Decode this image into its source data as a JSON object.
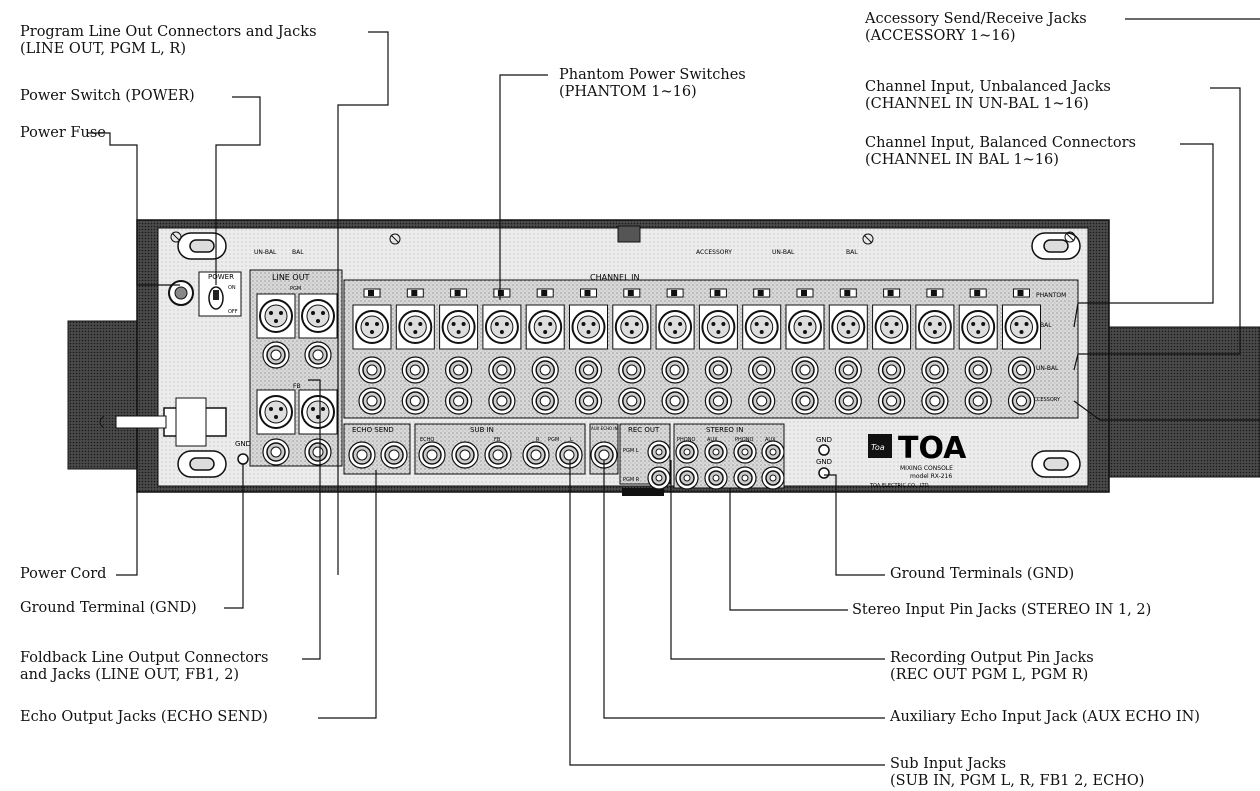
{
  "callouts": {
    "line_out_pgm": {
      "l1": "Program Line Out Connectors and Jacks",
      "l2": "(LINE OUT, PGM L, R)"
    },
    "power_switch": {
      "l1": "Power Switch (POWER)"
    },
    "power_fuse": {
      "l1": "Power Fuse"
    },
    "phantom": {
      "l1": "Phantom Power Switches",
      "l2": "(PHANTOM 1~16)"
    },
    "accessory": {
      "l1": "Accessory Send/Receive Jacks",
      "l2": "(ACCESSORY 1~16)"
    },
    "ch_unbal": {
      "l1": "Channel Input, Unbalanced Jacks",
      "l2": "(CHANNEL IN UN-BAL 1~16)"
    },
    "ch_bal": {
      "l1": "Channel Input, Balanced Connectors",
      "l2": "(CHANNEL IN BAL 1~16)"
    },
    "power_cord": {
      "l1": "Power Cord"
    },
    "gnd_left": {
      "l1": "Ground Terminal (GND)"
    },
    "foldback": {
      "l1": "Foldback Line Output Connectors",
      "l2": "and Jacks (LINE OUT, FB1, 2)"
    },
    "echo_send": {
      "l1": "Echo Output Jacks (ECHO SEND)"
    },
    "gnd_right": {
      "l1": "Ground Terminals (GND)"
    },
    "stereo_in": {
      "l1": "Stereo Input Pin Jacks (STEREO IN 1, 2)"
    },
    "rec_out": {
      "l1": "Recording Output Pin Jacks",
      "l2": "(REC OUT PGM L, PGM R)"
    },
    "aux_echo": {
      "l1": "Auxiliary Echo Input Jack (AUX ECHO IN)"
    },
    "sub_in": {
      "l1": "Sub Input Jacks",
      "l2": "(SUB IN, PGM L, R, FB1 2, ECHO)"
    }
  },
  "panel": {
    "channel_in": "CHANNEL IN",
    "power": "POWER",
    "on": "ON",
    "off": "OFF",
    "line_out": "LINE OUT",
    "pgm": "PGM",
    "fb": "FB",
    "un_bal": "UN-BAL",
    "bal": "BAL",
    "accessory": "ACCESSORY",
    "phantom": "PHANTOM",
    "echo_send": "ECHO SEND",
    "sub_in": "SUB IN",
    "aux_echo_in": "AUX ECHO IN",
    "rec_out": "REC OUT",
    "stereo_in": "STEREO IN",
    "echo": "ECHO",
    "r": "R",
    "l": "L",
    "pgm_l": "PGM L",
    "pgm_r": "PGM R",
    "phono": "PHONO",
    "aux": "AUX",
    "gnd": "GND",
    "brand": "TOA",
    "product": "MIXING CONSOLE",
    "model": "model RX-216",
    "maker": "TOA ELECTRIC CO., LTD."
  }
}
